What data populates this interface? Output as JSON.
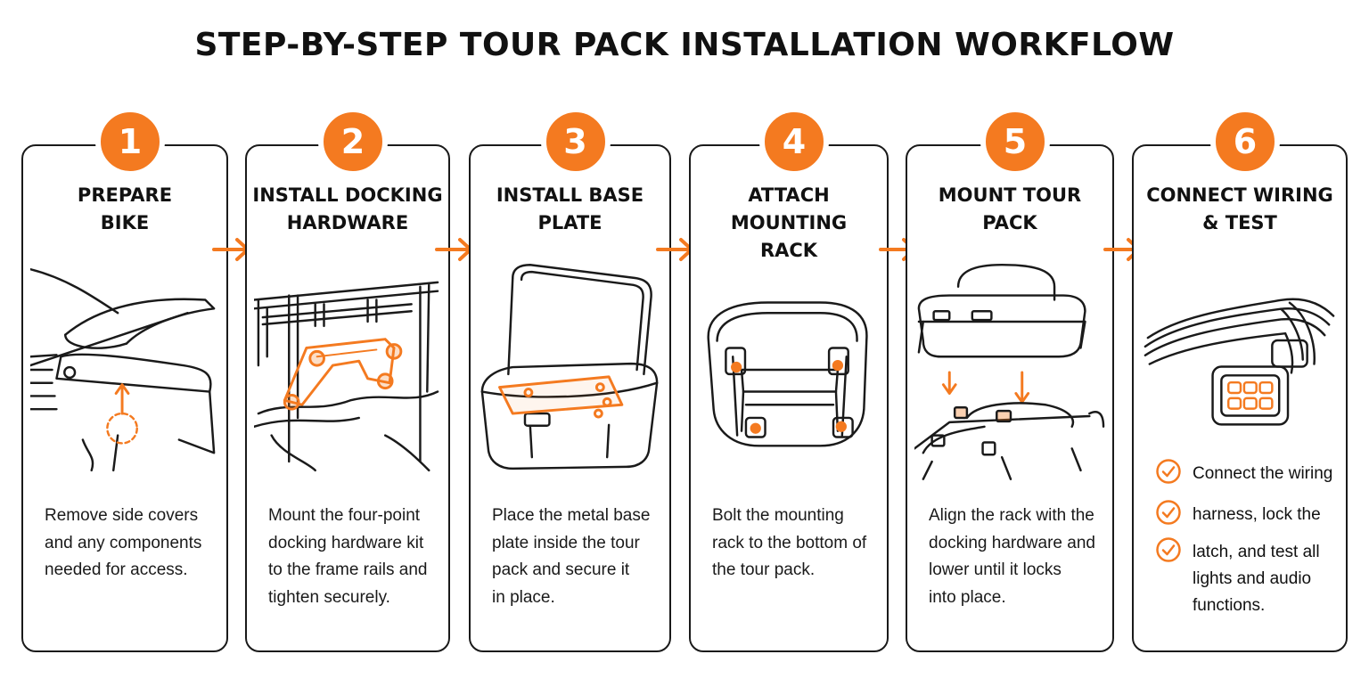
{
  "title": "STEP-BY-STEP TOUR PACK INSTALLATION WORKFLOW",
  "accent_color": "#f47a20",
  "steps": [
    {
      "number": "1",
      "title_line1": "PREPARE",
      "title_line2": "BIKE",
      "desc": [
        "Remove side covers",
        "and any components",
        "needed for access."
      ],
      "illustration": "motorcycle-side-cover-icon"
    },
    {
      "number": "2",
      "title_line1": "INSTALL DOCKING",
      "title_line2": "HARDWARE",
      "desc": [
        "Mount the four-point",
        "docking hardware kit",
        "to the frame rails and",
        "tighten securely."
      ],
      "illustration": "docking-hardware-icon"
    },
    {
      "number": "3",
      "title_line1": "INSTALL BASE",
      "title_line2": "PLATE",
      "desc": [
        "Place the metal base",
        "plate inside the tour",
        "pack and secure it",
        "in place."
      ],
      "illustration": "open-tour-pack-icon"
    },
    {
      "number": "4",
      "title_line1": "ATTACH MOUNTING",
      "title_line2": "RACK",
      "desc": [
        "Bolt the mounting",
        "rack to the bottom of",
        "the tour pack."
      ],
      "illustration": "mounting-rack-icon"
    },
    {
      "number": "5",
      "title_line1": "MOUNT TOUR PACK",
      "title_line2": "",
      "desc": [
        "Align the rack with the",
        "docking hardware and",
        "lower until it locks",
        "into place."
      ],
      "illustration": "tour-pack-lowering-icon"
    },
    {
      "number": "6",
      "title_line1": "CONNECT WIRING",
      "title_line2": "& TEST",
      "checklist": [
        "Connect the wiring",
        "harness, lock the",
        "latch, and test all",
        "lights and audio",
        "functions."
      ],
      "illustration": "wiring-connector-icon"
    }
  ]
}
